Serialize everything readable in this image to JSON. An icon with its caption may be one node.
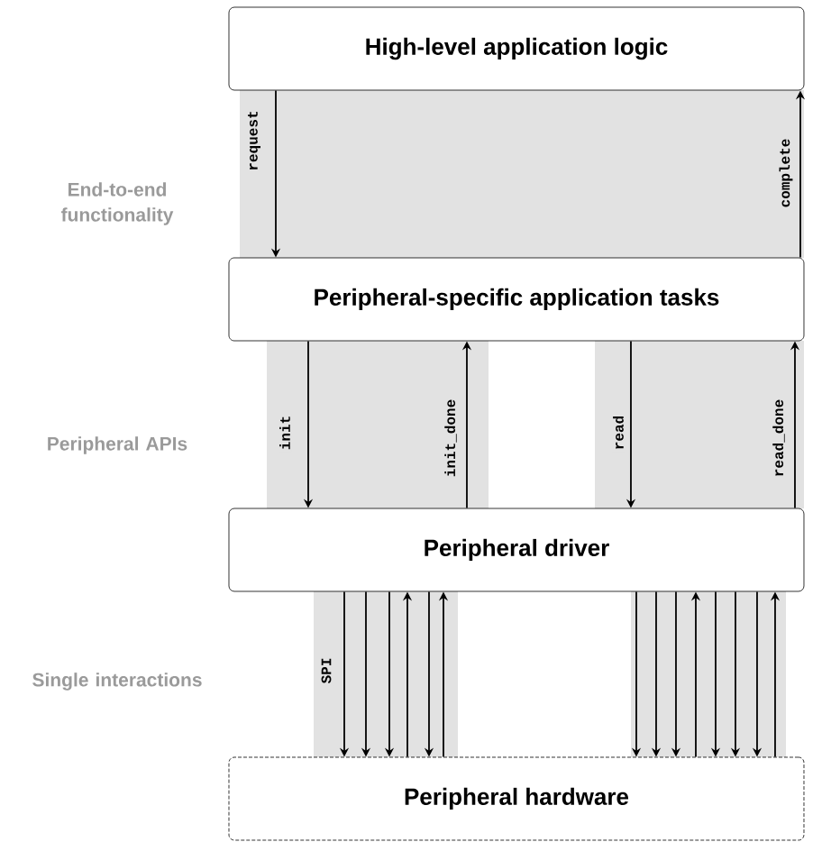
{
  "diagram": {
    "nodes": [
      {
        "text": [
          "High-level application logic"
        ]
      },
      {
        "text": [
          "Peripheral-specific application tasks"
        ]
      },
      {
        "text": [
          "Peripheral driver"
        ]
      },
      {
        "text": [
          "Peripheral hardware"
        ]
      }
    ],
    "edges": [
      {
        "from": 0,
        "to": 1,
        "arrow": "to",
        "label": "request"
      },
      {
        "from": 1,
        "to": 0,
        "arrow": "to",
        "label": "complete"
      },
      {
        "from": 1,
        "to": 2,
        "arrow": "to",
        "label": "init"
      },
      {
        "from": 2,
        "to": 1,
        "arrow": "to",
        "label": "init_done"
      },
      {
        "from": 1,
        "to": 2,
        "arrow": "to",
        "label": "read"
      },
      {
        "from": 2,
        "to": 1,
        "arrow": "to",
        "label": "read_done"
      },
      {
        "from": 2,
        "to": 3,
        "arrow": "to",
        "label": "SPI"
      },
      {
        "from": 2,
        "to": 3,
        "arrow": "to"
      },
      {
        "from": 2,
        "to": 3,
        "arrow": "to"
      },
      {
        "from": 3,
        "to": 2,
        "arrow": "to"
      },
      {
        "from": 2,
        "to": 3,
        "arrow": "to"
      },
      {
        "from": 3,
        "to": 2,
        "arrow": "to"
      },
      {
        "from": 2,
        "to": 3,
        "arrow": "to"
      },
      {
        "from": 2,
        "to": 3,
        "arrow": "to"
      },
      {
        "from": 2,
        "to": 3,
        "arrow": "to"
      },
      {
        "from": 3,
        "to": 2,
        "arrow": "to"
      },
      {
        "from": 2,
        "to": 3,
        "arrow": "to"
      },
      {
        "from": 2,
        "to": 3,
        "arrow": "to"
      },
      {
        "from": 2,
        "to": 3,
        "arrow": "to"
      },
      {
        "from": 3,
        "to": 2,
        "arrow": "to"
      }
    ],
    "labels": [
      "End-to-end functionality",
      "Peripheral APIs",
      "Single interactions"
    ]
  }
}
